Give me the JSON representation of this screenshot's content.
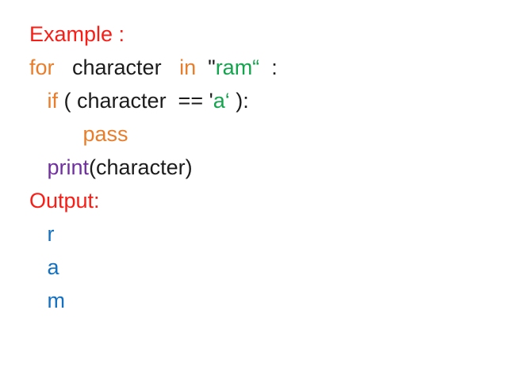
{
  "slide": {
    "background": "#ffffff",
    "palette": {
      "red": "#F91D16",
      "orange": "#E87E2B",
      "green": "#14A44D",
      "purple": "#7030A0",
      "blue": "#1470C0",
      "black": "#1C1C1C"
    },
    "lines": [
      {
        "name": "heading-example",
        "segments": [
          {
            "text": "Example :",
            "color": "red"
          }
        ]
      },
      {
        "name": "code-for-statement",
        "segments": [
          {
            "text": "for",
            "color": "orange"
          },
          {
            "text": "   character   ",
            "color": "black"
          },
          {
            "text": "in",
            "color": "orange"
          },
          {
            "text": "  \"",
            "color": "black"
          },
          {
            "text": "ram“",
            "color": "green"
          },
          {
            "text": "  :",
            "color": "black"
          }
        ]
      },
      {
        "name": "code-if-statement",
        "segments": [
          {
            "text": "   ",
            "color": "black"
          },
          {
            "text": "if",
            "color": "orange"
          },
          {
            "text": " ( character  == '",
            "color": "black"
          },
          {
            "text": "a‘",
            "color": "green"
          },
          {
            "text": " ):",
            "color": "black"
          }
        ]
      },
      {
        "name": "code-pass-statement",
        "segments": [
          {
            "text": "         ",
            "color": "black"
          },
          {
            "text": "pass",
            "color": "orange"
          }
        ]
      },
      {
        "name": "code-print-statement",
        "segments": [
          {
            "text": "   ",
            "color": "black"
          },
          {
            "text": "print",
            "color": "purple"
          },
          {
            "text": "(character)",
            "color": "black"
          }
        ]
      },
      {
        "name": "heading-output",
        "segments": [
          {
            "text": "Output:",
            "color": "red"
          }
        ]
      },
      {
        "name": "output-line-r",
        "segments": [
          {
            "text": "   ",
            "color": "black"
          },
          {
            "text": "r",
            "color": "blue"
          }
        ]
      },
      {
        "name": "output-line-a",
        "segments": [
          {
            "text": "   ",
            "color": "black"
          },
          {
            "text": "a",
            "color": "blue"
          }
        ]
      },
      {
        "name": "output-line-m",
        "segments": [
          {
            "text": "   ",
            "color": "black"
          },
          {
            "text": "m",
            "color": "blue"
          }
        ]
      }
    ]
  }
}
